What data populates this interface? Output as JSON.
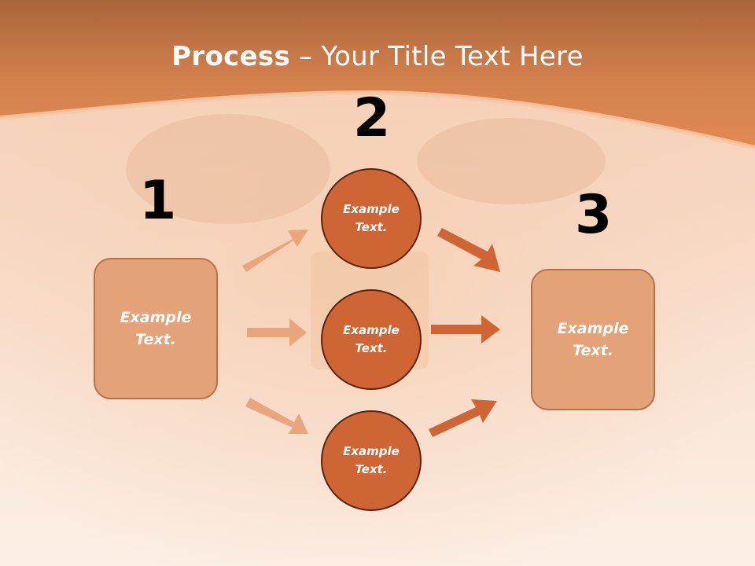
{
  "slide": {
    "title_bold": "Process",
    "title_rest": " – Your Title Text Here"
  },
  "steps": [
    {
      "number": "1"
    },
    {
      "number": "2"
    },
    {
      "number": "3"
    }
  ],
  "left_box": {
    "text": "Example\nText."
  },
  "circles": [
    {
      "text": "Example\nText."
    },
    {
      "text": "Example\nText."
    },
    {
      "text": "Example\nText."
    }
  ],
  "right_box": {
    "text": "Example\nText."
  },
  "colors": {
    "header": "#d98248",
    "box_fill": "#e3a277",
    "circle_fill": "#cf6535",
    "arrow_light": "#e9a57c",
    "arrow_dark": "#cf6535"
  }
}
